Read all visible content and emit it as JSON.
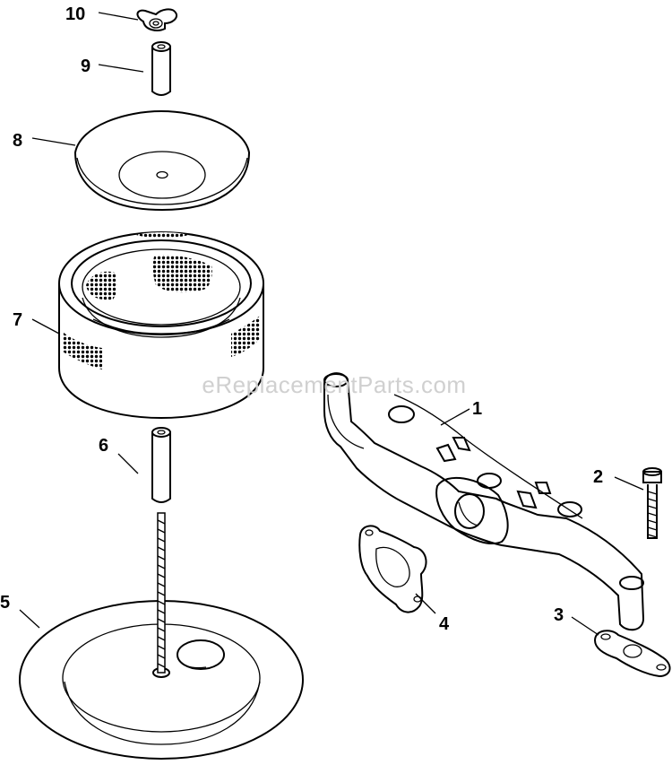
{
  "watermark": "eReplacementParts.com",
  "callouts": [
    {
      "id": "c1",
      "label": "1"
    },
    {
      "id": "c2",
      "label": "2"
    },
    {
      "id": "c3",
      "label": "3"
    },
    {
      "id": "c4",
      "label": "4"
    },
    {
      "id": "c5",
      "label": "5"
    },
    {
      "id": "c6",
      "label": "6"
    },
    {
      "id": "c7",
      "label": "7"
    },
    {
      "id": "c8",
      "label": "8"
    },
    {
      "id": "c9",
      "label": "9"
    },
    {
      "id": "c10",
      "label": "10"
    }
  ]
}
